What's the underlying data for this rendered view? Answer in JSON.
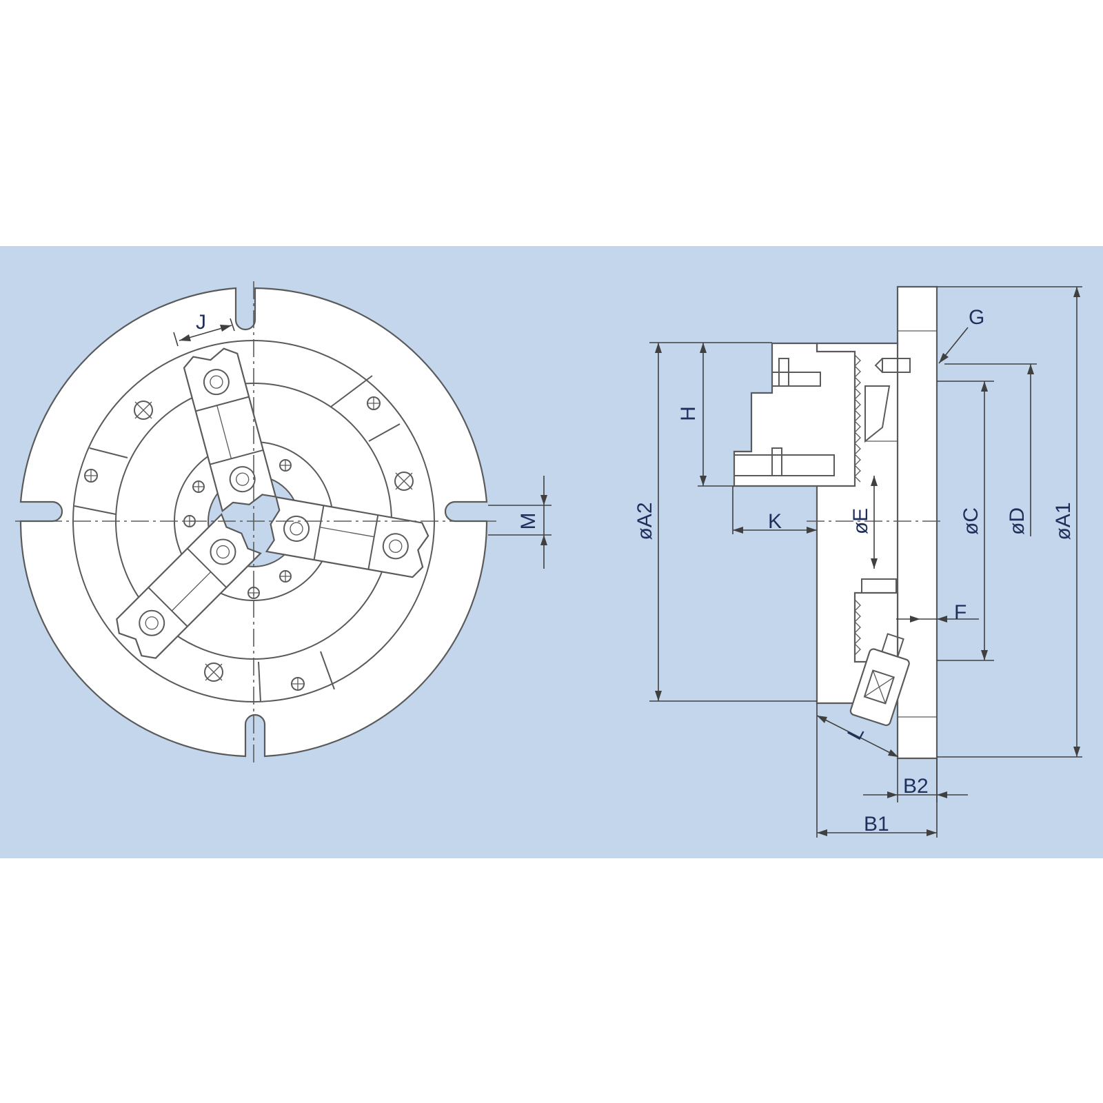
{
  "colors": {
    "background": "#c3d6ec",
    "line": "#5a5a5a",
    "label": "#1f2f5c"
  },
  "front_view": {
    "labels": {
      "J": "J",
      "M": "M"
    }
  },
  "side_view": {
    "labels": {
      "G": "G",
      "H": "H",
      "K": "K",
      "A2": "øA2",
      "E": "øE",
      "C": "øC",
      "D": "øD",
      "A1": "øA1",
      "F": "F",
      "L": "L",
      "B2": "B2",
      "B1": "B1"
    }
  }
}
